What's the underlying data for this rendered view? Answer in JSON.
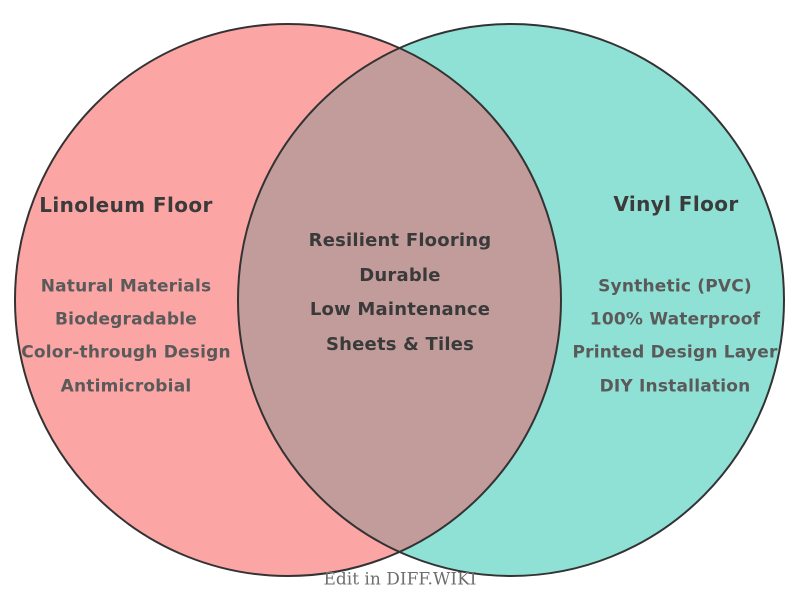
{
  "venn": {
    "left": {
      "title": "Linoleum Floor",
      "items": [
        "Natural Materials",
        "Biodegradable",
        "Color-through Design",
        "Antimicrobial"
      ]
    },
    "right": {
      "title": "Vinyl Floor",
      "items": [
        "Synthetic (PVC)",
        "100% Waterproof",
        "Printed Design Layer",
        "DIY Installation"
      ]
    },
    "intersection": {
      "items": [
        "Resilient Flooring",
        "Durable",
        "Low Maintenance",
        "Sheets & Tiles"
      ]
    },
    "footer": "Edit in DIFF.WIKI"
  },
  "colors": {
    "left_fill": "#FCA5A5",
    "right_fill": "#8FE0D5",
    "intersection_fill": "#C19C9B",
    "outline": "#333333",
    "title_text": "#3B3B3B",
    "item_text": "#5A5A5A",
    "intersection_text": "#3A3A3A",
    "footer_text": "#6E6E6E"
  }
}
